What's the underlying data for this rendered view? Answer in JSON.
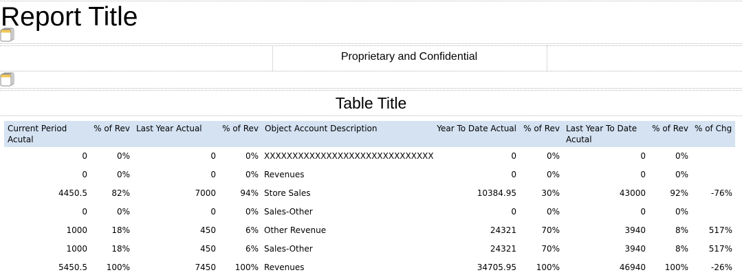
{
  "report": {
    "title": "Report Title",
    "confidential": "Proprietary and Confidential",
    "table_title": "Table Title"
  },
  "table": {
    "columns": [
      "Current Period Acutal",
      "% of Rev",
      "Last Year Actual",
      "% of Rev",
      "Object Account Description",
      "Year To Date Actual",
      "% of Rev",
      "Last Year To Date Acutal",
      "% of Rev",
      "% of Chg"
    ],
    "rows": [
      [
        "0",
        "0%",
        "0",
        "0%",
        "XXXXXXXXXXXXXXXXXXXXXXXXXXXXXXXX",
        "0",
        "0%",
        "0",
        "0%",
        ""
      ],
      [
        "0",
        "0%",
        "0",
        "0%",
        "Revenues",
        "0",
        "0%",
        "0",
        "0%",
        ""
      ],
      [
        "4450.5",
        "82%",
        "7000",
        "94%",
        "Store Sales",
        "10384.95",
        "30%",
        "43000",
        "92%",
        "-76%"
      ],
      [
        "0",
        "0%",
        "0",
        "0%",
        "Sales-Other",
        "0",
        "0%",
        "0",
        "0%",
        ""
      ],
      [
        "1000",
        "18%",
        "450",
        "6%",
        "Other Revenue",
        "24321",
        "70%",
        "3940",
        "8%",
        "517%"
      ],
      [
        "1000",
        "18%",
        "450",
        "6%",
        "Sales-Other",
        "24321",
        "70%",
        "3940",
        "8%",
        "517%"
      ],
      [
        "5450.5",
        "100%",
        "7450",
        "100%",
        "Revenues",
        "34705.95",
        "100%",
        "46940",
        "100%",
        "-26%"
      ]
    ]
  },
  "colors": {
    "header_bg": "#d4e2f2",
    "divider": "#b5b5b5"
  },
  "icons": {
    "object": "object-placeholder-icon"
  }
}
